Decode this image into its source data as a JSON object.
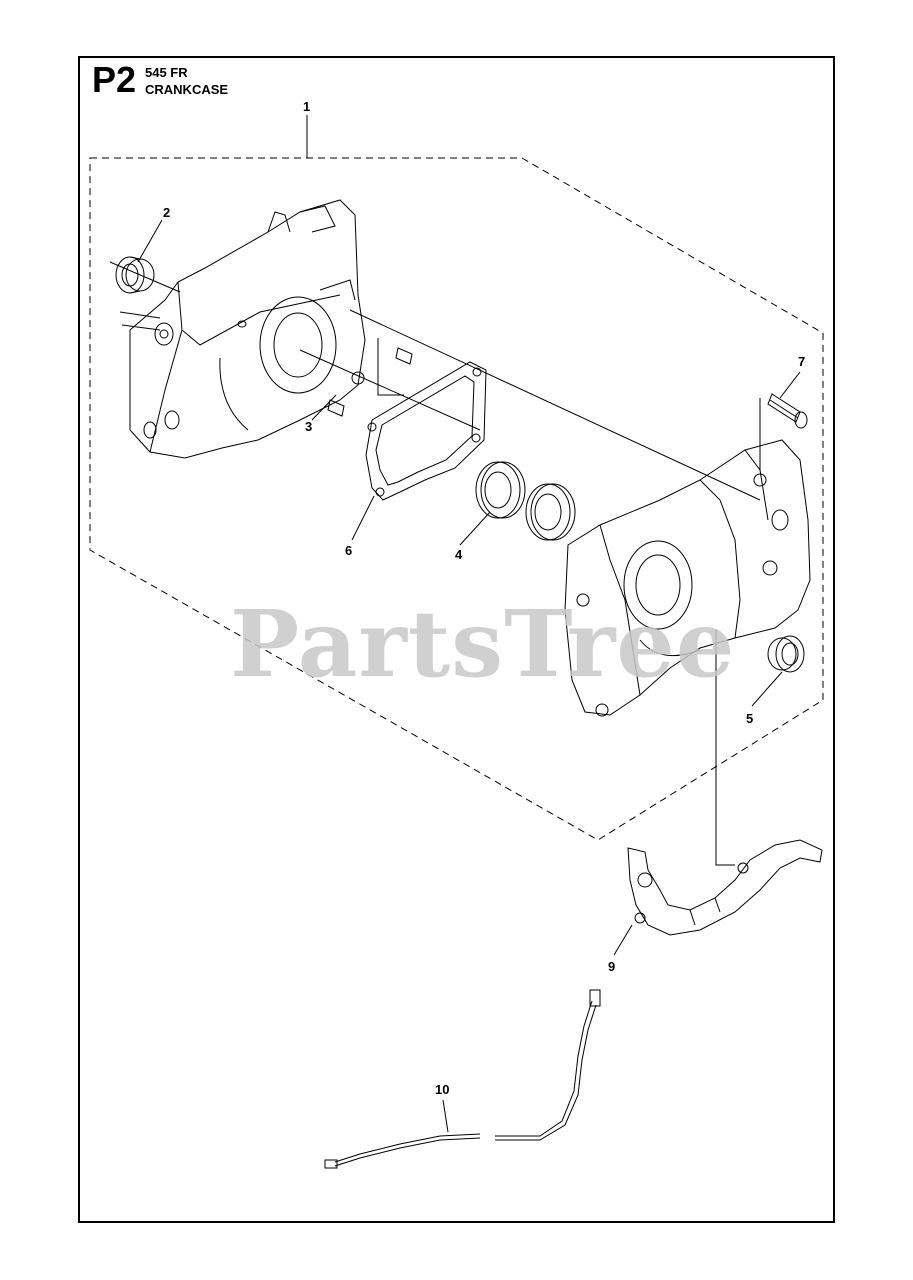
{
  "header": {
    "code": "P2",
    "model": "545 FR",
    "name": "CRANKCASE"
  },
  "watermark": "PartsTree",
  "callouts": [
    "1",
    "2",
    "3",
    "4",
    "5",
    "6",
    "7",
    "9",
    "10"
  ],
  "colors": {
    "ink": "#000000",
    "watermark": "#c8c8c8"
  }
}
